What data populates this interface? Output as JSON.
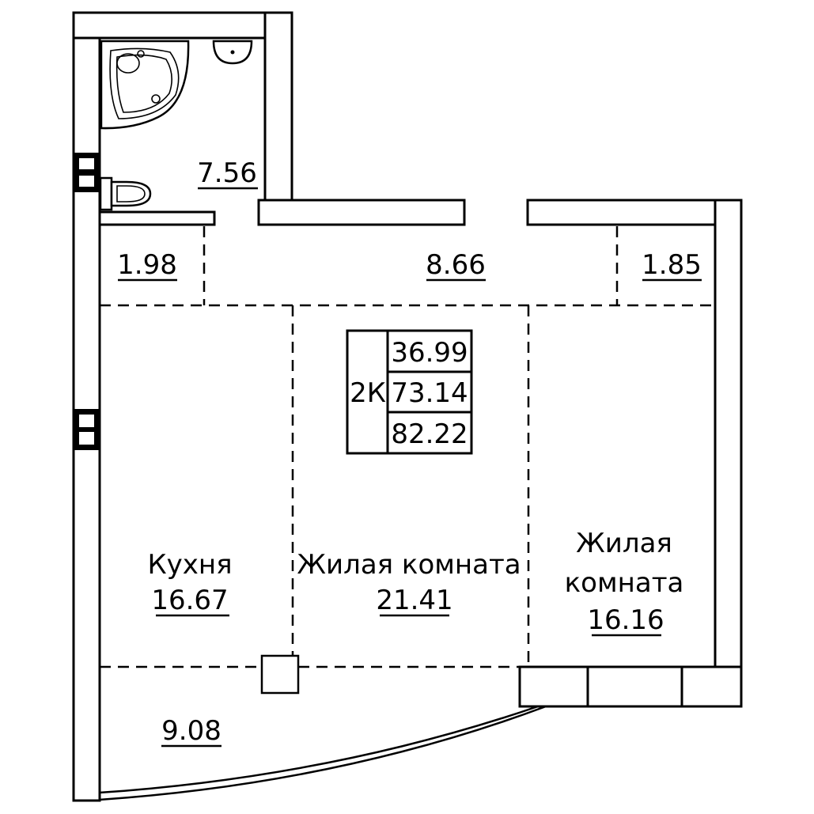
{
  "plan": {
    "apartment_type": "2К",
    "area_living": "36.99",
    "area_total": "73.14",
    "area_with_balcony": "82.22"
  },
  "rooms": {
    "bathroom": {
      "area": "7.56"
    },
    "hall_left": {
      "area": "1.98"
    },
    "hall_center": {
      "area": "8.66"
    },
    "hall_right": {
      "area": "1.85"
    },
    "kitchen": {
      "name": "Кухня",
      "area": "16.67"
    },
    "living_center": {
      "name": "Жилая комната",
      "area": "21.41"
    },
    "living_right": {
      "name_line1": "Жилая",
      "name_line2": "комната",
      "area": "16.16"
    },
    "balcony": {
      "area": "9.08"
    }
  },
  "icons": [
    "bathtub-icon",
    "sink-icon",
    "toilet-icon",
    "ventilation-shaft-icon",
    "column-icon"
  ]
}
